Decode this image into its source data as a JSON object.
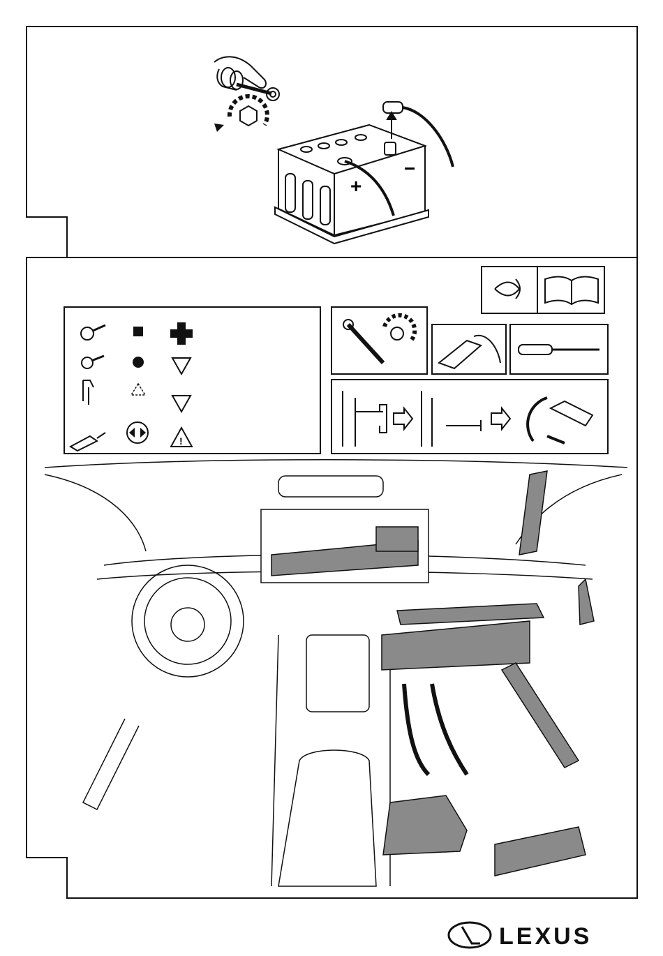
{
  "page": {
    "title": "",
    "brand": "LEXUS"
  },
  "panels": [
    {
      "id": "step-1",
      "step_label": "",
      "battery_labels": {
        "positive": "+",
        "negative": "−"
      }
    },
    {
      "id": "step-2",
      "step_label": "",
      "legend": [
        {
          "icon": "screw-with-washer-icon",
          "marker": "filled-square",
          "extra": "plus-cross"
        },
        {
          "icon": "screw-icon",
          "marker": "filled-circle",
          "extra": "down-triangle"
        },
        {
          "icon": "clip-icon",
          "marker": "dashed-triangle",
          "extra": "down-triangle"
        },
        {
          "icon": "connector-icon",
          "marker": "double-arrow-circle",
          "extra": "warning-triangle"
        }
      ]
    }
  ],
  "colors": {
    "outline": "#111111",
    "highlight_part": "#8a8a8a",
    "background": "#ffffff"
  }
}
